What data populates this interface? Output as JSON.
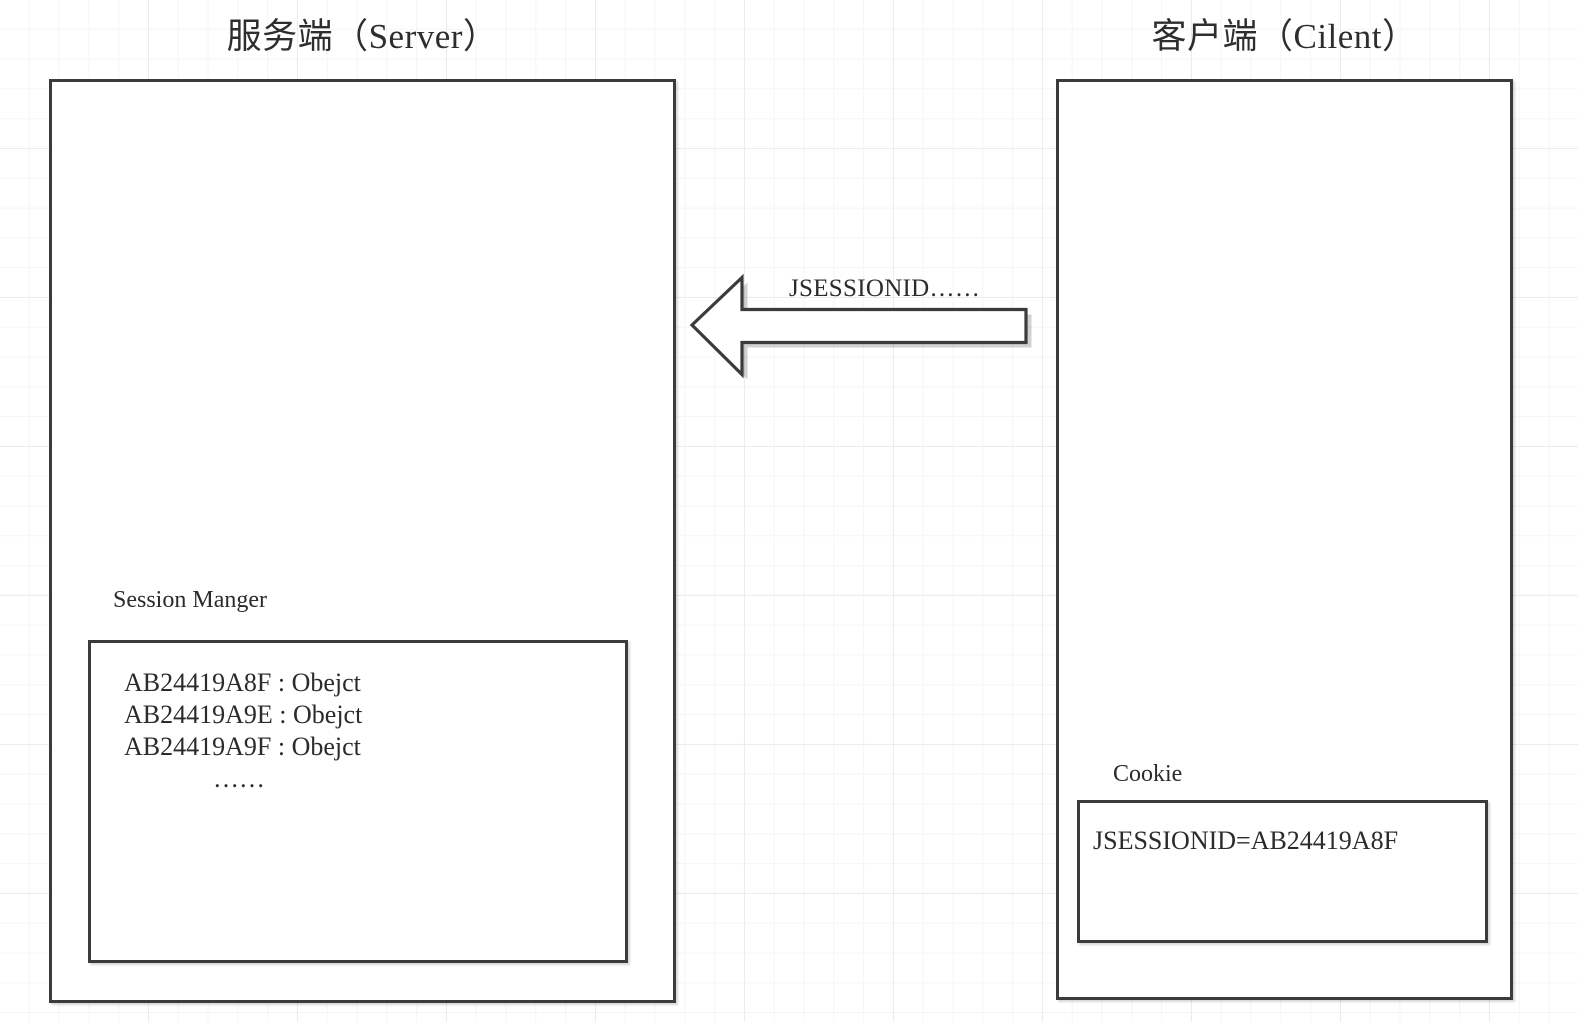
{
  "diagram": {
    "server": {
      "title": "服务端（Server）",
      "session_manager_label": "Session Manger",
      "entries": [
        "AB24419A8F : Obejct",
        "AB24419A9E : Obejct",
        "AB24419A9F : Obejct"
      ],
      "entries_ellipsis": "……"
    },
    "client": {
      "title": "客户端（Cilent）",
      "cookie_label": "Cookie",
      "cookie_value": "JSESSIONID=AB24419A8F"
    },
    "arrow": {
      "label": "JSESSIONID……",
      "direction": "left"
    },
    "colors": {
      "stroke": "#3b3b3b",
      "text": "#2b2b2b",
      "background": "#ffffff",
      "grid_minor": "#f5f5f5",
      "grid_major": "#ececec"
    }
  }
}
